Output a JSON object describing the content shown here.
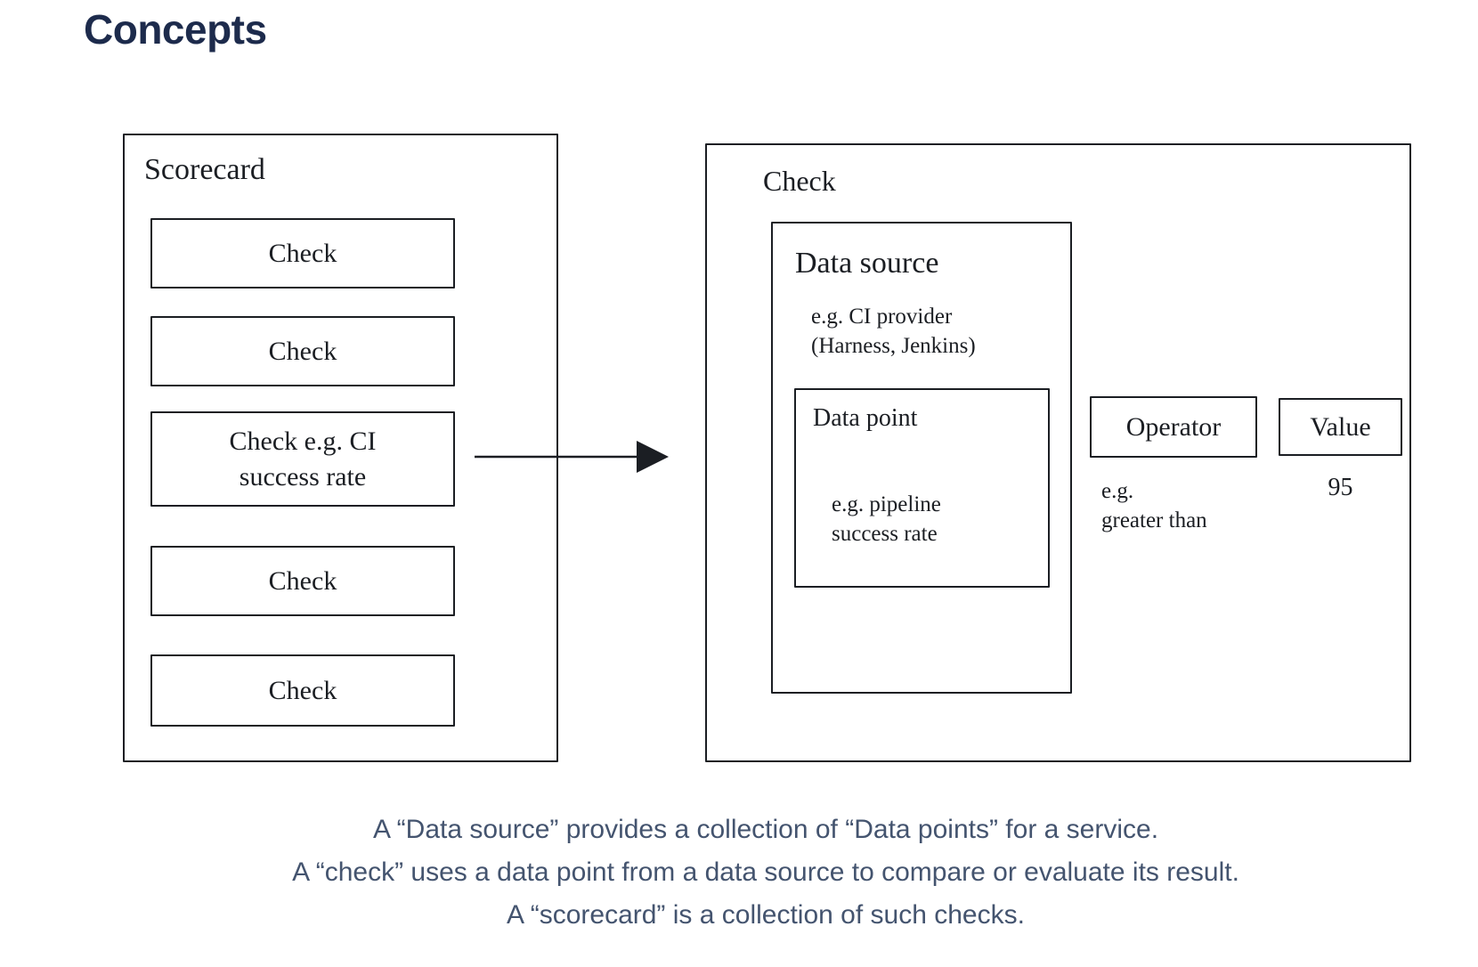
{
  "title": "Concepts",
  "colors": {
    "heading_text": "#1d2b4c",
    "note_text": "#44546F",
    "diagram_stroke": "#1b1e23",
    "background": "#ffffff"
  },
  "diagram": {
    "scorecard": {
      "label": "Scorecard",
      "checks": [
        "Check",
        "Check",
        "Check e.g. CI success rate",
        "Check",
        "Check"
      ]
    },
    "arrow_icon": "arrow-right",
    "check_detail": {
      "label": "Check",
      "data_source": {
        "label": "Data source",
        "example_lines": [
          "e.g. CI provider",
          "(Harness, Jenkins)"
        ],
        "data_point": {
          "label": "Data point",
          "example_lines": [
            "e.g. pipeline",
            "success rate"
          ]
        }
      },
      "operator": {
        "label": "Operator",
        "example_lines": [
          "e.g.",
          "greater than"
        ]
      },
      "value": {
        "label": "Value",
        "example": "95"
      }
    }
  },
  "notes": [
    "A “Data source” provides a collection of “Data points” for a service.",
    "A “check” uses a data point from a data source to compare or evaluate its result.",
    "A “scorecard” is a collection of such checks."
  ]
}
